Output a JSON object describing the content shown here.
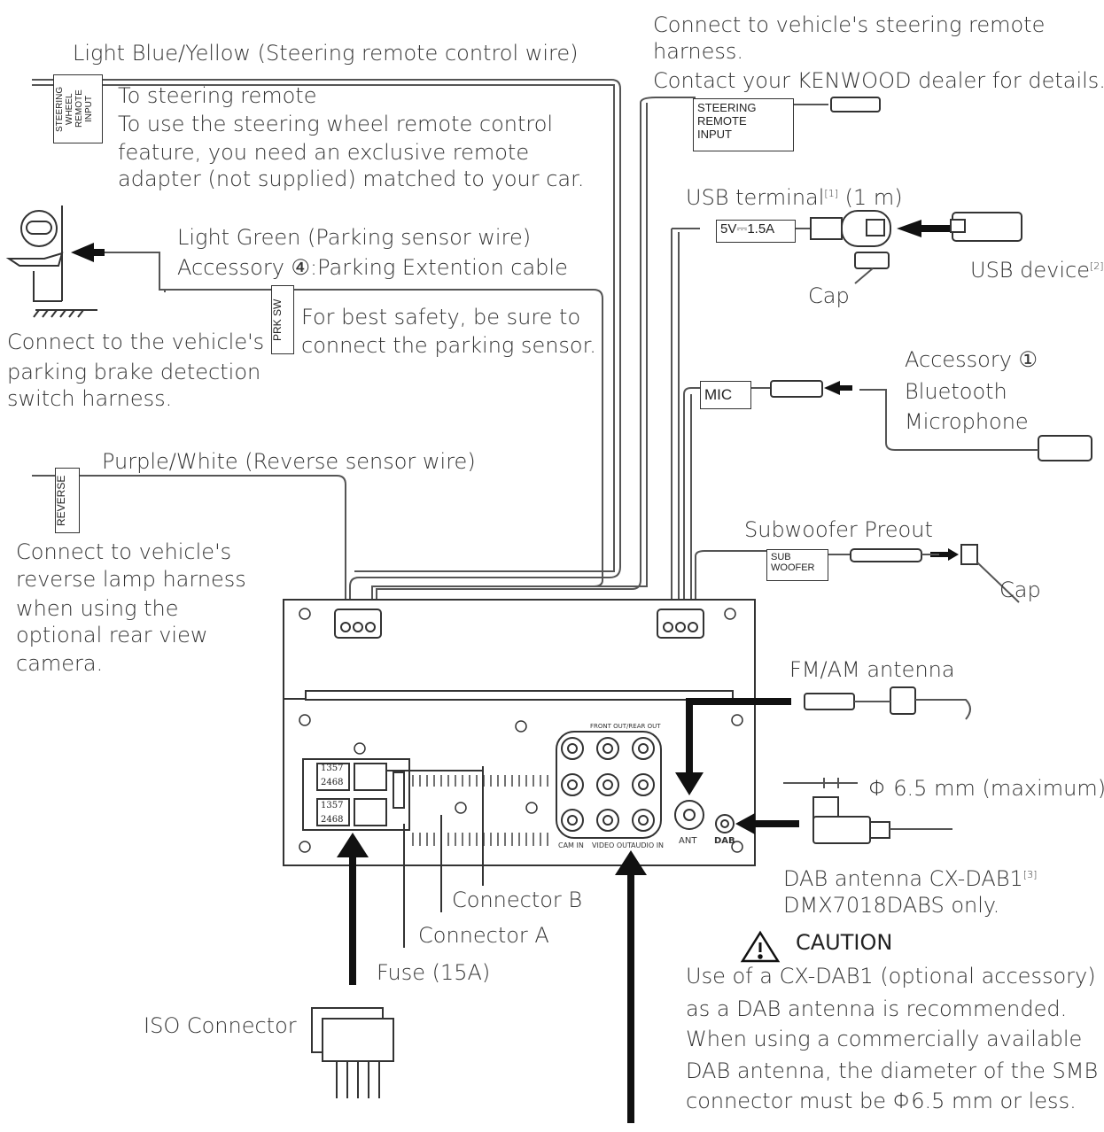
{
  "steering_wire": {
    "wire_label": "Light Blue/Yellow (Steering remote control wire)",
    "tag": "STEERING WHEEL REMOTE INPUT",
    "desc_title": "To steering remote",
    "desc_lines": [
      "To use the steering wheel remote control",
      "feature, you need an exclusive remote",
      "adapter (not supplied) matched to your car."
    ]
  },
  "parking": {
    "wire_label": "Light Green (Parking sensor wire)",
    "accessory_label": "Accessory ④:Parking Extention cable",
    "tag": "PRK SW",
    "safety_lines": [
      "For best safety, be sure to",
      "connect the parking sensor."
    ],
    "connect_lines": [
      "Connect to the vehicle's",
      "parking brake detection",
      "switch harness."
    ]
  },
  "reverse": {
    "wire_label": "Purple/White (Reverse sensor wire)",
    "tag": "REVERSE",
    "connect_lines": [
      "Connect to vehicle's",
      "reverse lamp harness",
      "when using the",
      "optional rear view",
      "camera."
    ]
  },
  "steering_harness": {
    "lines": [
      "Connect to vehicle's steering remote",
      "harness.",
      "Contact your KENWOOD dealer for details."
    ],
    "tag_lines": [
      "STEERING",
      "REMOTE",
      "INPUT"
    ]
  },
  "usb": {
    "label": "USB terminal",
    "label_sup": "[1]",
    "label_suffix": " (1 m)",
    "rating": "5V⎓1.5A",
    "cap": "Cap",
    "device": "USB device",
    "device_sup": "[2]"
  },
  "mic": {
    "tag": "MIC",
    "accessory": "Accessory ①",
    "line1": "Bluetooth",
    "line2": "Microphone"
  },
  "subwoofer": {
    "label": "Subwoofer Preout",
    "tag_lines": [
      "SUB",
      "WOOFER"
    ],
    "cap": "Cap"
  },
  "fm_am": {
    "label": "FM/AM antenna"
  },
  "dab": {
    "diameter": "Φ 6.5 mm (maximum)",
    "antenna": "DAB antenna CX-DAB1",
    "antenna_sup": "[3]",
    "model_only": "DMX7018DABS only.",
    "panel_label": "DAB",
    "ant_label": "ANT"
  },
  "panel": {
    "front_out": "FRONT OUT/REAR OUT",
    "cam_in": "CAM IN",
    "video_out": "VIDEO OUT",
    "audio_in": "AUDIO IN",
    "pin_top": "1357",
    "pin_bot": "2468"
  },
  "connectors": {
    "b": "Connector B",
    "a": "Connector A",
    "fuse": "Fuse (15A)",
    "iso": "ISO Connector"
  },
  "caution": {
    "title": "CAUTION",
    "lines": [
      "Use of a CX-DAB1 (optional accessory)",
      "as a DAB antenna is recommended.",
      "When using a commercially available",
      "DAB antenna, the diameter of the SMB",
      "connector must be Φ6.5 mm or less."
    ]
  }
}
